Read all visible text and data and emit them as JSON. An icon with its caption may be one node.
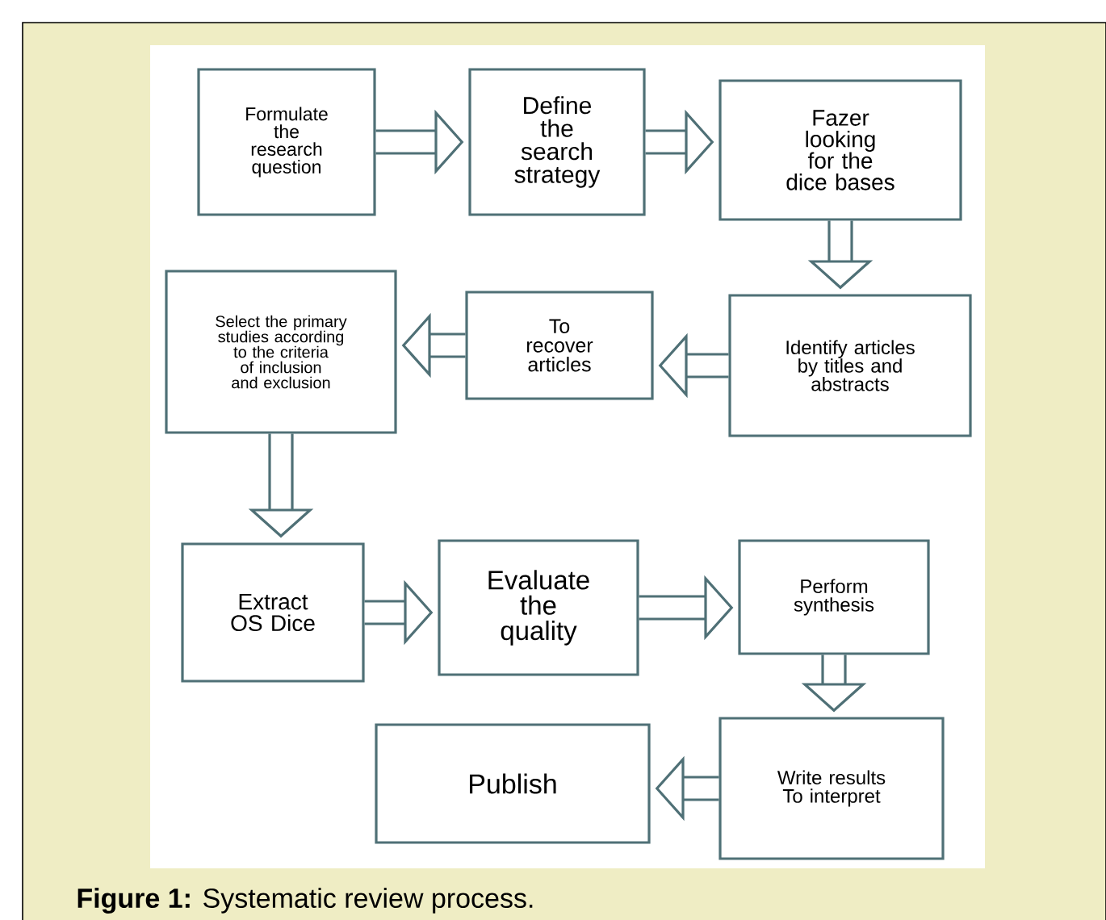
{
  "diagram": {
    "caption": "**Figure 1:** Systematic review process.",
    "nodes": [
      {
        "text": [
          "Formulate the research question"
        ]
      },
      {
        "text": [
          "Define the search strategy"
        ]
      },
      {
        "text": [
          "Fazer looking for the dice bases"
        ]
      },
      {
        "text": [
          "Identify articles by titles and abstracts"
        ]
      },
      {
        "text": [
          "To recover articles"
        ]
      },
      {
        "text": [
          "Select the primary studies according to the criteria of inclusion and exclusion"
        ]
      },
      {
        "text": [
          "Extract OS Dice"
        ]
      },
      {
        "text": [
          "Evaluate the quality"
        ]
      },
      {
        "text": [
          "Perform synthesis"
        ]
      },
      {
        "text": [
          "Write results To interpret"
        ]
      },
      {
        "text": [
          "Publish"
        ]
      }
    ],
    "edges": [
      {
        "from": 0,
        "to": 1,
        "arrow": "to"
      },
      {
        "from": 1,
        "to": 2,
        "arrow": "to"
      },
      {
        "from": 2,
        "to": 3,
        "arrow": "to"
      },
      {
        "from": 3,
        "to": 4,
        "arrow": "to"
      },
      {
        "from": 4,
        "to": 5,
        "arrow": "to"
      },
      {
        "from": 5,
        "to": 6,
        "arrow": "to"
      },
      {
        "from": 6,
        "to": 7,
        "arrow": "to"
      },
      {
        "from": 7,
        "to": 8,
        "arrow": "to"
      },
      {
        "from": 8,
        "to": 9,
        "arrow": "to"
      },
      {
        "from": 9,
        "to": 10,
        "arrow": "to"
      }
    ]
  }
}
